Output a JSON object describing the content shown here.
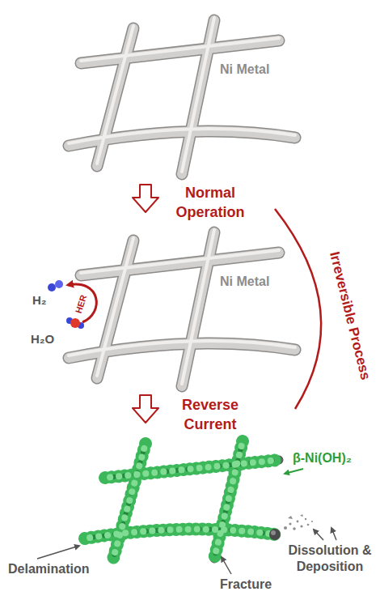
{
  "diagram": {
    "labels": [
      "Ni Metal",
      "Normal Operation",
      "Ni Metal",
      "HER",
      "H₂",
      "H₂O",
      "Irreversible Process",
      "Reverse Current",
      "β-Ni(OH)₂",
      "Delamination",
      "Fracture",
      "Dissolution & Deposition"
    ]
  }
}
